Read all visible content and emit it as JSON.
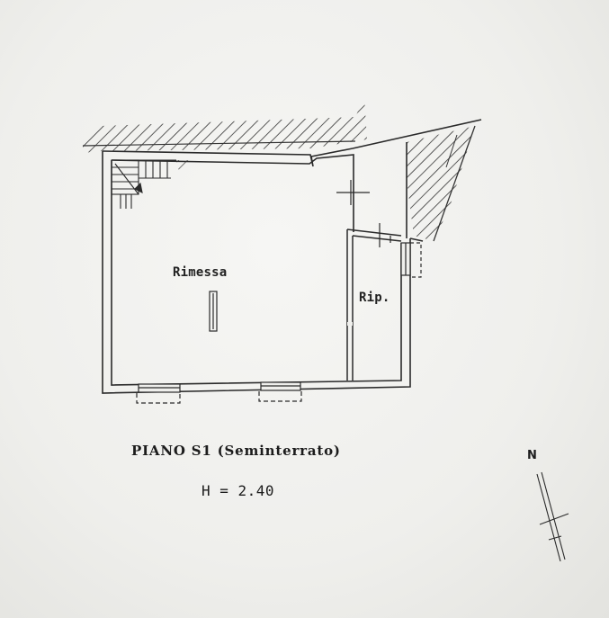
{
  "plan": {
    "rooms": [
      {
        "id": "rimessa",
        "label": "Rimessa"
      },
      {
        "id": "ripostiglio",
        "label": "Rip."
      }
    ],
    "floor_title": "PIANO S1",
    "floor_subtitle": "(Seminterrato)",
    "height_label": "H = 2.40",
    "north_label": "N"
  }
}
